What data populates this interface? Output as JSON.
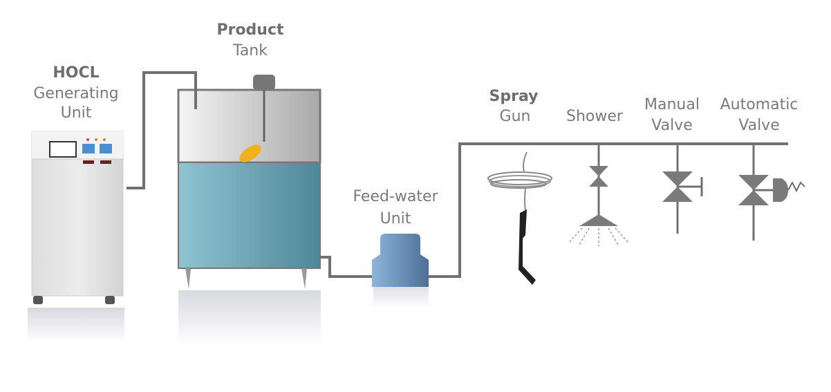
{
  "labels": {
    "hocl_bold": "HOCL",
    "hocl_line2": "Generating",
    "hocl_line3": "Unit",
    "tank_bold": "Product",
    "tank_line2": "Tank",
    "feed_line1": "Feed-water",
    "feed_line2": "Unit",
    "spray_bold": "Spray",
    "spray_line2": "Gun",
    "shower": "Shower",
    "manual_line1": "Manual",
    "manual_line2": "Valve",
    "auto_line1": "Automatic",
    "auto_line2": "Valve"
  },
  "colors": {
    "water": "#6fa9bb",
    "pipe": "#707070",
    "pump": "#6a94c0",
    "float": "#f0b020"
  }
}
